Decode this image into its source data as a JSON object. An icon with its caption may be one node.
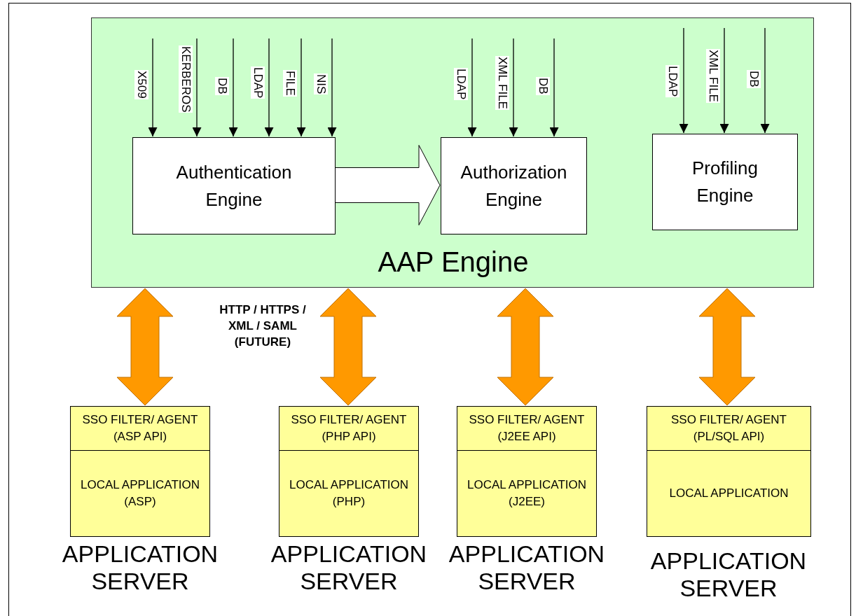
{
  "diagram": {
    "nodes": [
      {
        "text": [
          "AAP Engine"
        ]
      },
      {
        "text": [
          "Authentication Engine"
        ],
        "in": 0
      },
      {
        "text": [
          "Authorization Engine"
        ],
        "in": 0
      },
      {
        "text": [
          "Profiling Engine"
        ],
        "in": 0
      },
      {
        "text": [
          "APPLICATION SERVER"
        ]
      },
      {
        "text": [
          "SSO FILTER/ AGENT (ASP API)"
        ],
        "in": 4
      },
      {
        "text": [
          "LOCAL APPLICATION (ASP)"
        ],
        "in": 4
      },
      {
        "text": [
          "APPLICATION SERVER"
        ]
      },
      {
        "text": [
          "SSO FILTER/ AGENT (PHP API)"
        ],
        "in": 7
      },
      {
        "text": [
          "LOCAL APPLICATION (PHP)"
        ],
        "in": 7
      },
      {
        "text": [
          "APPLICATION SERVER"
        ]
      },
      {
        "text": [
          "SSO FILTER/ AGENT (J2EE API)"
        ],
        "in": 10
      },
      {
        "text": [
          "LOCAL APPLICATION (J2EE)"
        ],
        "in": 10
      },
      {
        "text": [
          "APPLICATION SERVER"
        ]
      },
      {
        "text": [
          "SSO FILTER/ AGENT (PL/SQL API)"
        ],
        "in": 13
      },
      {
        "text": [
          "LOCAL APPLICATION"
        ],
        "in": 13
      }
    ],
    "edges": [
      {
        "from": null,
        "to": 1,
        "arrow": "to",
        "label": "X509"
      },
      {
        "from": null,
        "to": 1,
        "arrow": "to",
        "label": "KERBEROS"
      },
      {
        "from": null,
        "to": 1,
        "arrow": "to",
        "label": "DB"
      },
      {
        "from": null,
        "to": 1,
        "arrow": "to",
        "label": "LDAP"
      },
      {
        "from": null,
        "to": 1,
        "arrow": "to",
        "label": "FILE"
      },
      {
        "from": null,
        "to": 1,
        "arrow": "to",
        "label": "NIS"
      },
      {
        "from": 1,
        "to": 2,
        "arrow": "to",
        "style": "thick"
      },
      {
        "from": null,
        "to": 2,
        "arrow": "to",
        "label": "LDAP"
      },
      {
        "from": null,
        "to": 2,
        "arrow": "to",
        "label": "XML FILE"
      },
      {
        "from": null,
        "to": 2,
        "arrow": "to",
        "label": "DB"
      },
      {
        "from": null,
        "to": 3,
        "arrow": "to",
        "label": "LDAP"
      },
      {
        "from": null,
        "to": 3,
        "arrow": "to",
        "label": "XML FILE"
      },
      {
        "from": null,
        "to": 3,
        "arrow": "to",
        "label": "DB"
      },
      {
        "from": 0,
        "to": 5,
        "arrow": "both",
        "style": "thick",
        "color": "#ff9900"
      },
      {
        "from": 0,
        "to": 8,
        "arrow": "both",
        "style": "thick",
        "color": "#ff9900"
      },
      {
        "from": 0,
        "to": 11,
        "arrow": "both",
        "style": "thick",
        "color": "#ff9900"
      },
      {
        "from": 0,
        "to": 14,
        "arrow": "both",
        "style": "thick",
        "color": "#ff9900"
      }
    ],
    "labels": [
      "HTTP / HTTPS / XML / SAML (FUTURE)"
    ]
  }
}
